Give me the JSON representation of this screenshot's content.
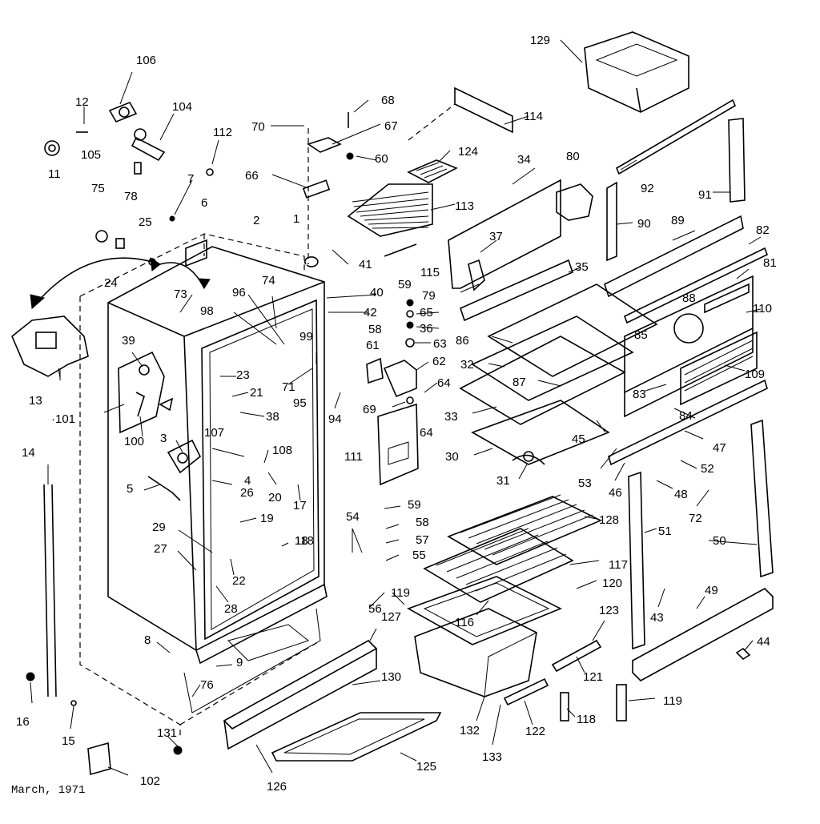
{
  "diagram": {
    "date_caption": "March, 1971",
    "callouts": [
      {
        "id": "c1",
        "text": "1"
      },
      {
        "id": "c2",
        "text": "2"
      },
      {
        "id": "c3",
        "text": "3"
      },
      {
        "id": "c4",
        "text": "4"
      },
      {
        "id": "c5",
        "text": "5"
      },
      {
        "id": "c6",
        "text": "6"
      },
      {
        "id": "c7",
        "text": "7"
      },
      {
        "id": "c8",
        "text": "8"
      },
      {
        "id": "c9",
        "text": "9"
      },
      {
        "id": "c11",
        "text": "11"
      },
      {
        "id": "c12",
        "text": "12"
      },
      {
        "id": "c13",
        "text": "13"
      },
      {
        "id": "c14",
        "text": "14"
      },
      {
        "id": "c15",
        "text": "15"
      },
      {
        "id": "c16",
        "text": "16"
      },
      {
        "id": "c17",
        "text": "17"
      },
      {
        "id": "c18",
        "text": "18"
      },
      {
        "id": "c19",
        "text": "19"
      },
      {
        "id": "c20",
        "text": "20"
      },
      {
        "id": "c21",
        "text": "21"
      },
      {
        "id": "c22",
        "text": "22"
      },
      {
        "id": "c23",
        "text": "23"
      },
      {
        "id": "c24",
        "text": "24"
      },
      {
        "id": "c25",
        "text": "25"
      },
      {
        "id": "c26",
        "text": "26"
      },
      {
        "id": "c27",
        "text": "27"
      },
      {
        "id": "c28",
        "text": "28"
      },
      {
        "id": "c29",
        "text": "29"
      },
      {
        "id": "c30",
        "text": "30"
      },
      {
        "id": "c31",
        "text": "31"
      },
      {
        "id": "c32",
        "text": "32"
      },
      {
        "id": "c33",
        "text": "33"
      },
      {
        "id": "c34",
        "text": "34"
      },
      {
        "id": "c35",
        "text": "35"
      },
      {
        "id": "c36",
        "text": "36"
      },
      {
        "id": "c37",
        "text": "37"
      },
      {
        "id": "c38",
        "text": "38"
      },
      {
        "id": "c39",
        "text": "39"
      },
      {
        "id": "c40",
        "text": "40"
      },
      {
        "id": "c41",
        "text": "41"
      },
      {
        "id": "c42",
        "text": "42"
      },
      {
        "id": "c43",
        "text": "43"
      },
      {
        "id": "c44",
        "text": "44"
      },
      {
        "id": "c45",
        "text": "45"
      },
      {
        "id": "c46",
        "text": "46"
      },
      {
        "id": "c47",
        "text": "47"
      },
      {
        "id": "c48",
        "text": "48"
      },
      {
        "id": "c49",
        "text": "49"
      },
      {
        "id": "c50",
        "text": "50"
      },
      {
        "id": "c51",
        "text": "51"
      },
      {
        "id": "c52",
        "text": "52"
      },
      {
        "id": "c53",
        "text": "53"
      },
      {
        "id": "c54",
        "text": "54"
      },
      {
        "id": "c55",
        "text": "55"
      },
      {
        "id": "c56",
        "text": "56"
      },
      {
        "id": "c57",
        "text": "57"
      },
      {
        "id": "c58a",
        "text": "58"
      },
      {
        "id": "c58b",
        "text": "58"
      },
      {
        "id": "c59a",
        "text": "59"
      },
      {
        "id": "c59b",
        "text": "59"
      },
      {
        "id": "c60",
        "text": "60"
      },
      {
        "id": "c61",
        "text": "61"
      },
      {
        "id": "c62",
        "text": "62"
      },
      {
        "id": "c63",
        "text": "63"
      },
      {
        "id": "c64a",
        "text": "64"
      },
      {
        "id": "c64b",
        "text": "64"
      },
      {
        "id": "c65",
        "text": "65"
      },
      {
        "id": "c66",
        "text": "66"
      },
      {
        "id": "c67",
        "text": "67"
      },
      {
        "id": "c68",
        "text": "68"
      },
      {
        "id": "c69",
        "text": "69"
      },
      {
        "id": "c70",
        "text": "70"
      },
      {
        "id": "c71",
        "text": "71"
      },
      {
        "id": "c72",
        "text": "72"
      },
      {
        "id": "c73",
        "text": "73"
      },
      {
        "id": "c74",
        "text": "74"
      },
      {
        "id": "c75",
        "text": "75"
      },
      {
        "id": "c76",
        "text": "76"
      },
      {
        "id": "c78",
        "text": "78"
      },
      {
        "id": "c79",
        "text": "79"
      },
      {
        "id": "c80",
        "text": "80"
      },
      {
        "id": "c81",
        "text": "81"
      },
      {
        "id": "c82",
        "text": "82"
      },
      {
        "id": "c83",
        "text": "83"
      },
      {
        "id": "c84",
        "text": "84"
      },
      {
        "id": "c85",
        "text": "85"
      },
      {
        "id": "c86",
        "text": "86"
      },
      {
        "id": "c87",
        "text": "87"
      },
      {
        "id": "c88",
        "text": "88"
      },
      {
        "id": "c89",
        "text": "89"
      },
      {
        "id": "c90",
        "text": "90"
      },
      {
        "id": "c91",
        "text": "91"
      },
      {
        "id": "c92",
        "text": "92"
      },
      {
        "id": "c94",
        "text": "94"
      },
      {
        "id": "c95",
        "text": "95"
      },
      {
        "id": "c96",
        "text": "96"
      },
      {
        "id": "c98",
        "text": "98"
      },
      {
        "id": "c99",
        "text": "99"
      },
      {
        "id": "c100",
        "text": "100"
      },
      {
        "id": "c101",
        "text": "·101"
      },
      {
        "id": "c102",
        "text": "102"
      },
      {
        "id": "c104",
        "text": "104"
      },
      {
        "id": "c105",
        "text": "105"
      },
      {
        "id": "c106",
        "text": "106"
      },
      {
        "id": "c107",
        "text": "107"
      },
      {
        "id": "c108",
        "text": "108"
      },
      {
        "id": "c109",
        "text": "109"
      },
      {
        "id": "c110",
        "text": "110"
      },
      {
        "id": "c111",
        "text": "111"
      },
      {
        "id": "c112",
        "text": "112"
      },
      {
        "id": "c113",
        "text": "113"
      },
      {
        "id": "c114",
        "text": "114"
      },
      {
        "id": "c115",
        "text": "115"
      },
      {
        "id": "c116",
        "text": "116"
      },
      {
        "id": "c117",
        "text": "117"
      },
      {
        "id": "c118a",
        "text": "118"
      },
      {
        "id": "c118b",
        "text": "118"
      },
      {
        "id": "c119a",
        "text": "119"
      },
      {
        "id": "c119b",
        "text": "119"
      },
      {
        "id": "c120",
        "text": "120"
      },
      {
        "id": "c121",
        "text": "121"
      },
      {
        "id": "c122",
        "text": "122"
      },
      {
        "id": "c123",
        "text": "123"
      },
      {
        "id": "c124",
        "text": "124"
      },
      {
        "id": "c125",
        "text": "125"
      },
      {
        "id": "c126",
        "text": "126"
      },
      {
        "id": "c127",
        "text": "127"
      },
      {
        "id": "c128",
        "text": "128"
      },
      {
        "id": "c129",
        "text": "129"
      },
      {
        "id": "c130",
        "text": "130"
      },
      {
        "id": "c131",
        "text": "131"
      },
      {
        "id": "c132",
        "text": "132"
      },
      {
        "id": "c133",
        "text": "133"
      }
    ]
  }
}
